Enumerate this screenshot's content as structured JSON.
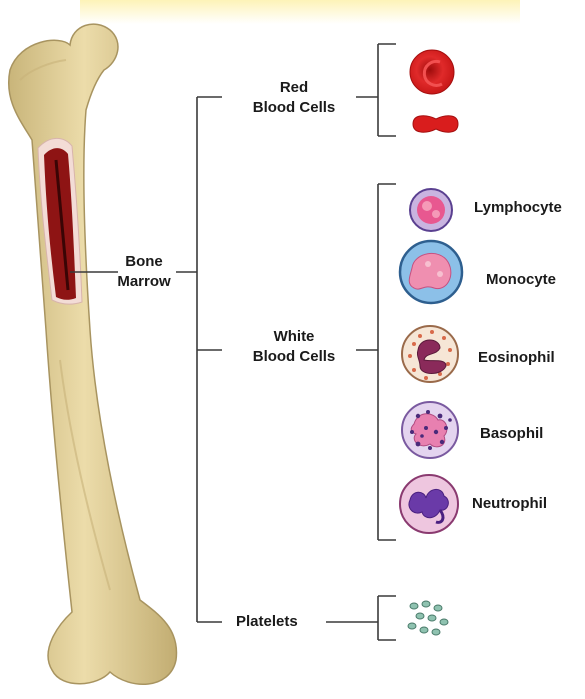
{
  "labels": {
    "bone_marrow_1": "Bone",
    "bone_marrow_2": "Marrow",
    "red_blood_cells_1": "Red",
    "red_blood_cells_2": "Blood Cells",
    "white_blood_cells_1": "White",
    "white_blood_cells_2": "Blood Cells",
    "platelets": "Platelets"
  },
  "white_cells": [
    {
      "name": "Lymphocyte"
    },
    {
      "name": "Monocyte"
    },
    {
      "name": "Eosinophil"
    },
    {
      "name": "Basophil"
    },
    {
      "name": "Neutrophil"
    }
  ],
  "colors": {
    "bone": "#e3d29c",
    "marrow": "#8e1414",
    "red_cell": "#d91d1d",
    "lymphocyte": "#7a5bb0",
    "monocyte": "#4a8ec4",
    "eosinophil": "#b04a78",
    "basophil": "#7a4aa8",
    "neutrophil": "#b0488a",
    "platelet": "#7fb0a0"
  }
}
